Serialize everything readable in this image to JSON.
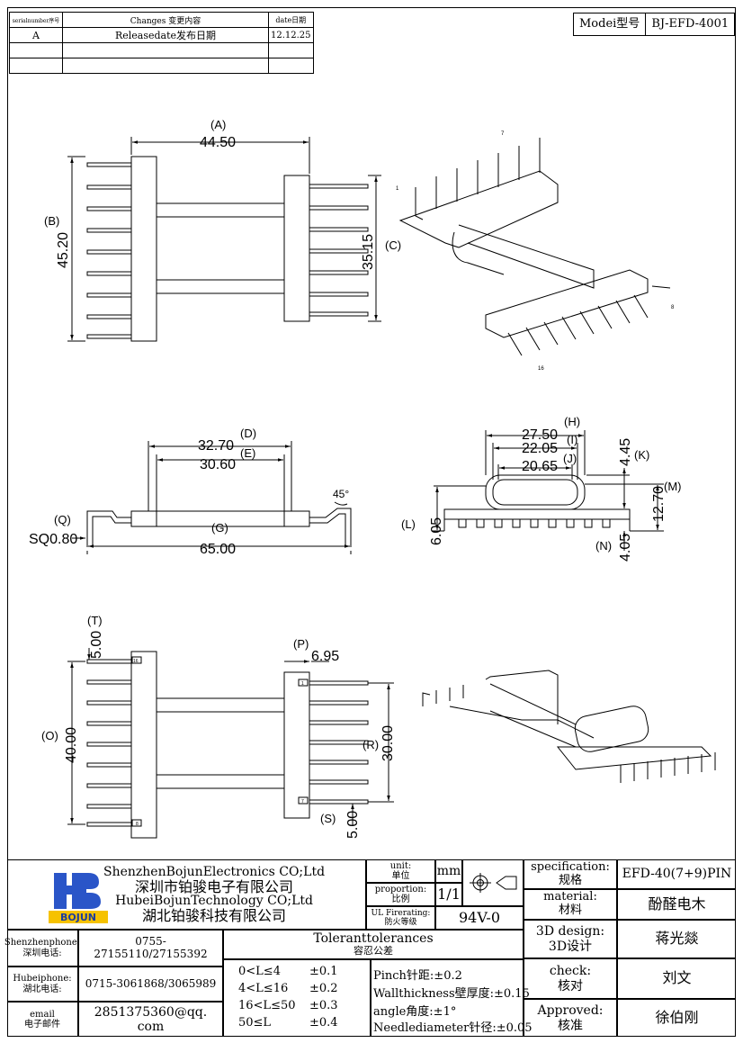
{
  "change_log": {
    "headers": [
      "serialnumber序号",
      "Changes 变更内容",
      "date日期"
    ],
    "rows": [
      [
        "A",
        "Releasedate发布日期",
        "12.12.25"
      ],
      [
        "",
        "",
        ""
      ],
      [
        "",
        "",
        ""
      ]
    ]
  },
  "model": {
    "label": "Modei型号",
    "value": "BJ-EFD-4001"
  },
  "dimensions": {
    "A": "(A)",
    "A_val": "44.50",
    "B": "(B)",
    "B_val": "45.20",
    "C": "(C)",
    "C_val": "35.15",
    "D": "(D)",
    "D_val": "32.70",
    "E": "(E)",
    "E_val": "30.60",
    "G": "(G)",
    "G_val": "65.00",
    "Q": "(Q)",
    "Q_val": "SQ0.80",
    "angle": "45°",
    "H": "(H)",
    "H_val": "27.50",
    "I": "(I)",
    "I_val": "22.05",
    "J": "(J)",
    "J_val": "20.65",
    "K": "(K)",
    "K_val": "4.45",
    "M": "(M)",
    "M_val": "12.70",
    "L": "(L)",
    "L_val": "6.05",
    "N": "(N)",
    "N_val": "4.05",
    "T": "(T)",
    "T_val": "5.00",
    "P": "(P)",
    "P_val": "6.95",
    "O": "(O)",
    "O_val": "40.00",
    "R": "(R)",
    "R_val": "30.00",
    "S": "(S)",
    "S_val": "5.00",
    "pin1": "1",
    "pin7": "7",
    "pin8": "8",
    "pin16": "16"
  },
  "company": {
    "logo_text": "BOJUN",
    "name1_en": "ShenzhenBojunElectronics CO;Ltd",
    "name1_cn": "深圳市铂骏电子有限公司",
    "name2_en": "HubeiBojunTechnology CO;Ltd",
    "name2_cn": "湖北铂骏科技有限公司"
  },
  "contacts": [
    {
      "label": "Shenzhenphone:\n深圳电话:",
      "value": "0755-27155110/27155392"
    },
    {
      "label": "Hubeiphone:\n湖北电话:",
      "value": "0715-3061868/3065989"
    },
    {
      "label": "email\n电子邮件",
      "value": "2851375360@qq. com"
    }
  ],
  "unit": {
    "label": "unit:\n单位",
    "value": "mm"
  },
  "proportion": {
    "label": "proportion:\n比例",
    "value": "1/1"
  },
  "ul": {
    "label": "UL Firerating:\n防火等级",
    "value": "94V-0"
  },
  "tolerances": {
    "title_en": "Toleranttolerances",
    "title_cn": "容忍公差",
    "ranges": [
      {
        "range": "0<L≤4",
        "tol": "±0.1"
      },
      {
        "range": "4<L≤16",
        "tol": "±0.2"
      },
      {
        "range": "16<L≤50",
        "tol": "±0.3"
      },
      {
        "range": "50≤L",
        "tol": "±0.4"
      }
    ],
    "notes": [
      "Pinch针距:±0.2",
      "Wallthickness壁厚度:±0.15",
      "angle角度:±1°",
      "Needlediameter针径:±0.05"
    ]
  },
  "spec": [
    {
      "label": "specification:\n规格",
      "value": "EFD-40(7+9)PIN"
    },
    {
      "label": "material:\n材料",
      "value": "酚醛电木"
    },
    {
      "label": "3D design:\n3D设计",
      "value": "蒋光燚"
    },
    {
      "label": "check:\n核对",
      "value": "刘文"
    },
    {
      "label": "Approved:\n核准",
      "value": "徐伯刚"
    }
  ]
}
